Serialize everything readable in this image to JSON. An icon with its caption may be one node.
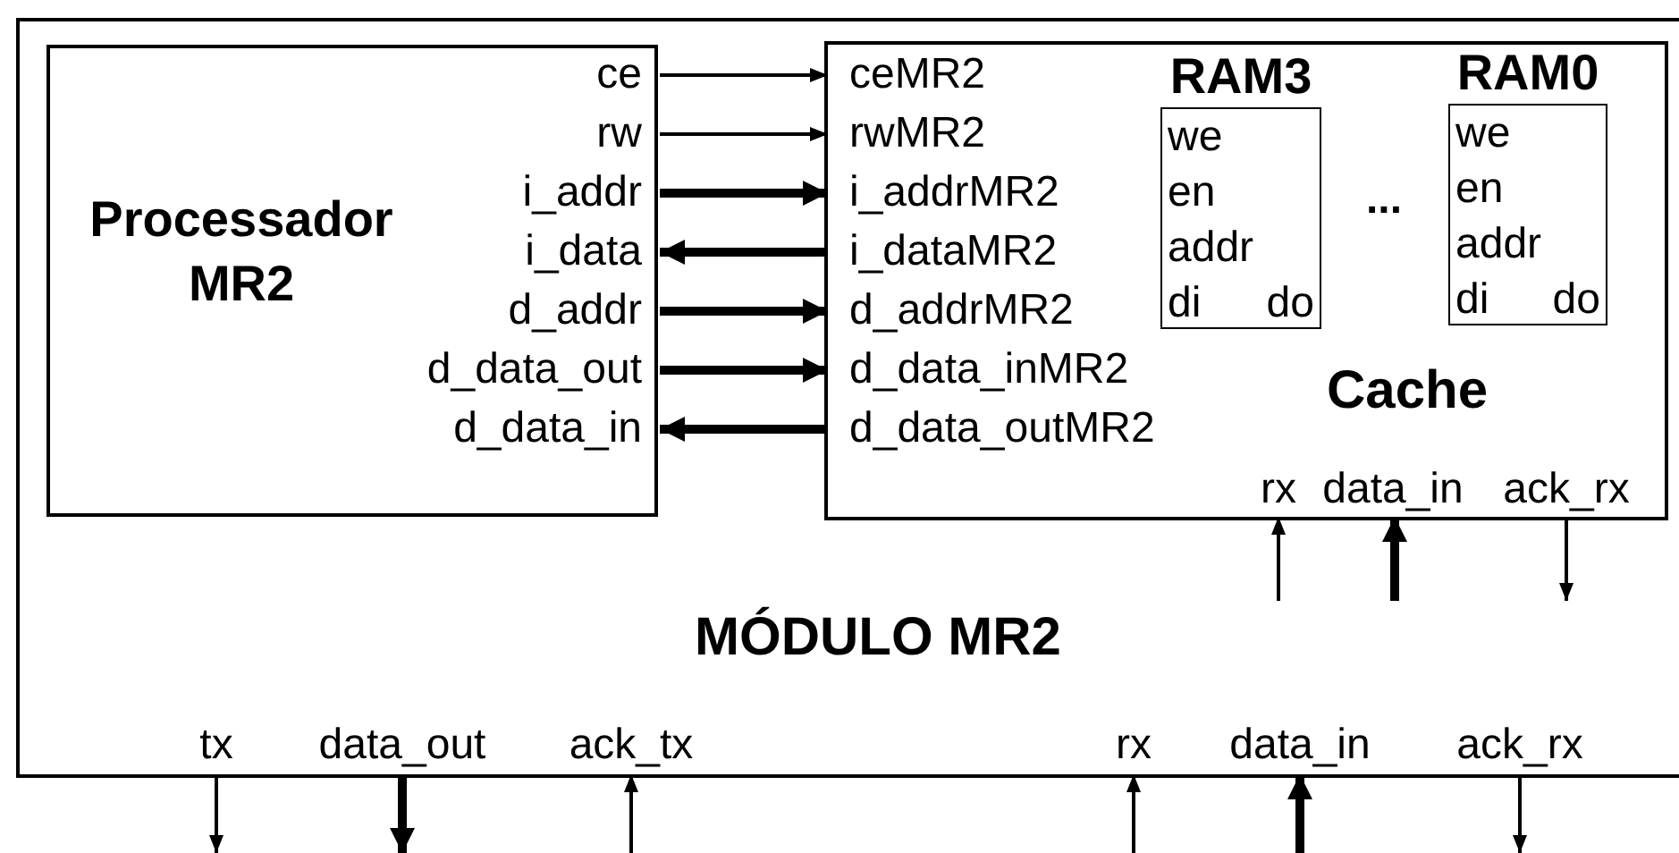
{
  "diagram": {
    "nodes": [
      {
        "text": [
          "MÓDULO MR2"
        ]
      },
      {
        "text": [
          "Processador MR2"
        ],
        "in": 0
      },
      {
        "text": [
          "ce"
        ],
        "in": 1
      },
      {
        "text": [
          "rw"
        ],
        "in": 1
      },
      {
        "text": [
          "i_addr"
        ],
        "in": 1
      },
      {
        "text": [
          "i_data"
        ],
        "in": 1
      },
      {
        "text": [
          "d_addr"
        ],
        "in": 1
      },
      {
        "text": [
          "d_data_out"
        ],
        "in": 1
      },
      {
        "text": [
          "d_data_in"
        ],
        "in": 1
      },
      {
        "text": [
          "Cache"
        ],
        "in": 0
      },
      {
        "text": [
          "ceMR2"
        ],
        "in": 9
      },
      {
        "text": [
          "rwMR2"
        ],
        "in": 9
      },
      {
        "text": [
          "i_addrMR2"
        ],
        "in": 9
      },
      {
        "text": [
          "i_dataMR2"
        ],
        "in": 9
      },
      {
        "text": [
          "d_addrMR2"
        ],
        "in": 9
      },
      {
        "text": [
          "d_data_inMR2"
        ],
        "in": 9
      },
      {
        "text": [
          "d_data_outMR2"
        ],
        "in": 9
      },
      {
        "text": [
          "RAM3",
          "we",
          "en",
          "addr",
          "di",
          "do"
        ],
        "in": 9
      },
      {
        "text": [
          "RAM0",
          "we",
          "en",
          "addr",
          "di",
          "do"
        ],
        "in": 9
      },
      {
        "text": [
          "rx"
        ],
        "in": 9
      },
      {
        "text": [
          "data_in"
        ],
        "in": 9
      },
      {
        "text": [
          "ack_rx"
        ],
        "in": 9
      },
      {
        "text": [
          "tx"
        ],
        "in": 0
      },
      {
        "text": [
          "data_out"
        ],
        "in": 0
      },
      {
        "text": [
          "ack_tx"
        ],
        "in": 0
      },
      {
        "text": [
          "rx"
        ],
        "in": 0
      },
      {
        "text": [
          "data_in"
        ],
        "in": 0
      },
      {
        "text": [
          "ack_rx"
        ],
        "in": 0
      }
    ],
    "edges": [
      {
        "from": 2,
        "to": 10,
        "arrow": "to"
      },
      {
        "from": 3,
        "to": 11,
        "arrow": "to"
      },
      {
        "from": 4,
        "to": 12,
        "arrow": "to",
        "style": "thick"
      },
      {
        "from": 13,
        "to": 5,
        "arrow": "to",
        "style": "thick"
      },
      {
        "from": 6,
        "to": 14,
        "arrow": "to",
        "style": "thick"
      },
      {
        "from": 7,
        "to": 15,
        "arrow": "to",
        "style": "thick"
      },
      {
        "from": 16,
        "to": 8,
        "arrow": "to",
        "style": "thick"
      },
      {
        "from": null,
        "to": 19,
        "arrow": "to"
      },
      {
        "from": null,
        "to": 20,
        "arrow": "to",
        "style": "thick"
      },
      {
        "from": 21,
        "to": null,
        "arrow": "to"
      },
      {
        "from": 22,
        "to": null,
        "arrow": "to"
      },
      {
        "from": 23,
        "to": null,
        "arrow": "to",
        "style": "thick"
      },
      {
        "from": null,
        "to": 24,
        "arrow": "to"
      },
      {
        "from": null,
        "to": 25,
        "arrow": "to"
      },
      {
        "from": null,
        "to": 26,
        "arrow": "to",
        "style": "thick"
      },
      {
        "from": 27,
        "to": null,
        "arrow": "to"
      }
    ],
    "labels": [
      "..."
    ]
  }
}
